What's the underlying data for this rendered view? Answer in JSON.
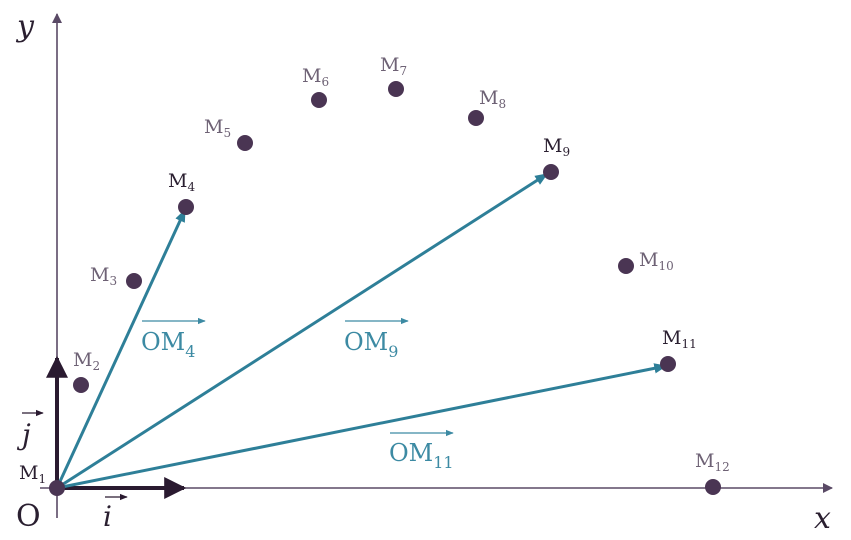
{
  "colors": {
    "axis": "#5a4a66",
    "point": "#4a3553",
    "point_label_dim": "#6e6275",
    "point_label_strong": "#2a1f30",
    "vector": "#2e7f98",
    "vector_label": "#3c8aa3",
    "basis": "#2a1a30"
  },
  "axes": {
    "x_label": "x",
    "y_label": "y",
    "origin_label": "O"
  },
  "basis": {
    "i_label": "i",
    "j_label": "j"
  },
  "points": [
    {
      "id": "M1",
      "letter": "M",
      "sub": "1"
    },
    {
      "id": "M2",
      "letter": "M",
      "sub": "2"
    },
    {
      "id": "M3",
      "letter": "M",
      "sub": "3"
    },
    {
      "id": "M4",
      "letter": "M",
      "sub": "4"
    },
    {
      "id": "M5",
      "letter": "M",
      "sub": "5"
    },
    {
      "id": "M6",
      "letter": "M",
      "sub": "6"
    },
    {
      "id": "M7",
      "letter": "M",
      "sub": "7"
    },
    {
      "id": "M8",
      "letter": "M",
      "sub": "8"
    },
    {
      "id": "M9",
      "letter": "M",
      "sub": "9"
    },
    {
      "id": "M10",
      "letter": "M",
      "sub": "10"
    },
    {
      "id": "M11",
      "letter": "M",
      "sub": "11"
    },
    {
      "id": "M12",
      "letter": "M",
      "sub": "12"
    }
  ],
  "vectors": [
    {
      "id": "OM4",
      "base": "OM",
      "sub": "4"
    },
    {
      "id": "OM9",
      "base": "OM",
      "sub": "9"
    },
    {
      "id": "OM11",
      "base": "OM",
      "sub": "11"
    }
  ]
}
